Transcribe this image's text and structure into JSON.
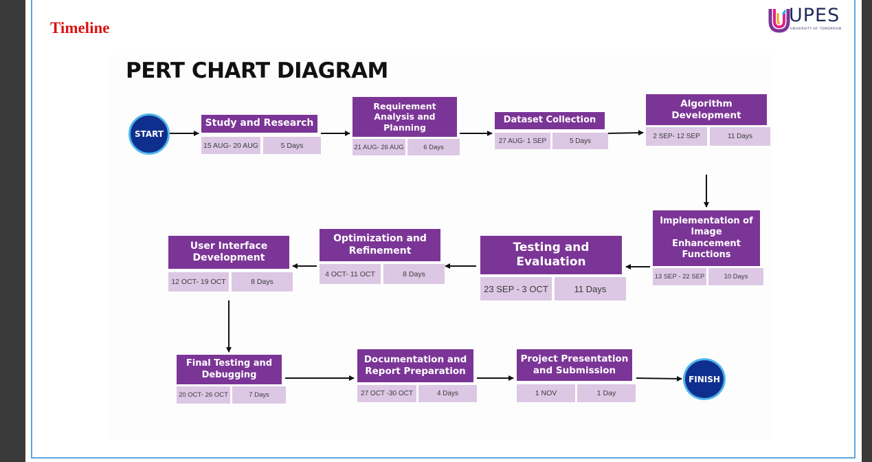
{
  "slide": {
    "title": "Timeline"
  },
  "logo": {
    "text": "UPES",
    "tagline": "UNIVERSITY OF TOMORROW"
  },
  "diagram": {
    "title": "PERT CHART DIAGRAM",
    "start_label": "START",
    "finish_label": "FINISH",
    "tasks": [
      {
        "name": "Study and Research",
        "dates": "15 AUG- 20 AUG",
        "duration": "5 Days"
      },
      {
        "name": "Requirement Analysis and Planning",
        "dates": "21 AUG- 26 AUG",
        "duration": "6 Days"
      },
      {
        "name": "Dataset Collection",
        "dates": "27 AUG- 1 SEP",
        "duration": "5 Days"
      },
      {
        "name": "Algorithm Development",
        "dates": "2 SEP- 12 SEP",
        "duration": "11 Days"
      },
      {
        "name": "Implementation of Image Enhancement Functions",
        "dates": "13 SEP - 22 SEP",
        "duration": "10 Days"
      },
      {
        "name": "Testing and Evaluation",
        "dates": "23 SEP - 3 OCT",
        "duration": "11 Days"
      },
      {
        "name": "Optimization and Refinement",
        "dates": "4 OCT- 11 OCT",
        "duration": "8 Days"
      },
      {
        "name": "User Interface Development",
        "dates": "12 OCT- 19 OCT",
        "duration": "8 Days"
      },
      {
        "name": "Final Testing and Debugging",
        "dates": "20 OCT- 26 OCT",
        "duration": "7 Days"
      },
      {
        "name": "Documentation and Report Preparation",
        "dates": "27 OCT -30 OCT",
        "duration": "4 Days"
      },
      {
        "name": "Project Presentation and Submission",
        "dates": "1 NOV",
        "duration": "1 Day"
      }
    ]
  },
  "colors": {
    "task": "#7b3596",
    "meta": "#dcc7e4",
    "node": "#0f2f8f",
    "node_border": "#4fb6ec",
    "title_red": "#dd1111"
  }
}
